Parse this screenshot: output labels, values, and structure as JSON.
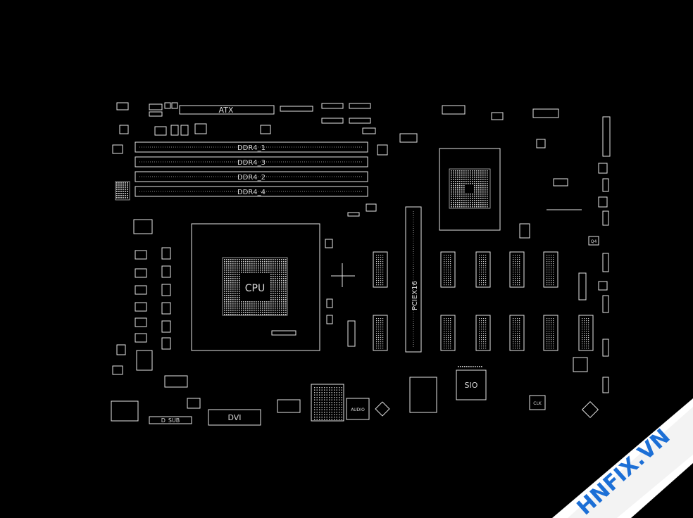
{
  "labels": {
    "atx": "ATX",
    "ddr4_1": "DDR4_1",
    "ddr4_3": "DDR4_3",
    "ddr4_2": "DDR4_2",
    "ddr4_4": "DDR4_4",
    "cpu": "CPU",
    "pciex16": "PCIEX16",
    "sio": "SIO",
    "dvi": "DVI",
    "d_sub": "D_SUB",
    "audio": "AUDIO",
    "clk": "CLK",
    "q4": "Q4"
  },
  "watermark": {
    "text": "HNFIX.VN",
    "color_primary": "#1c6fd6",
    "color_accent": "#e8262c"
  },
  "colors": {
    "background": "#000000",
    "trace": "#e6e6e6"
  }
}
